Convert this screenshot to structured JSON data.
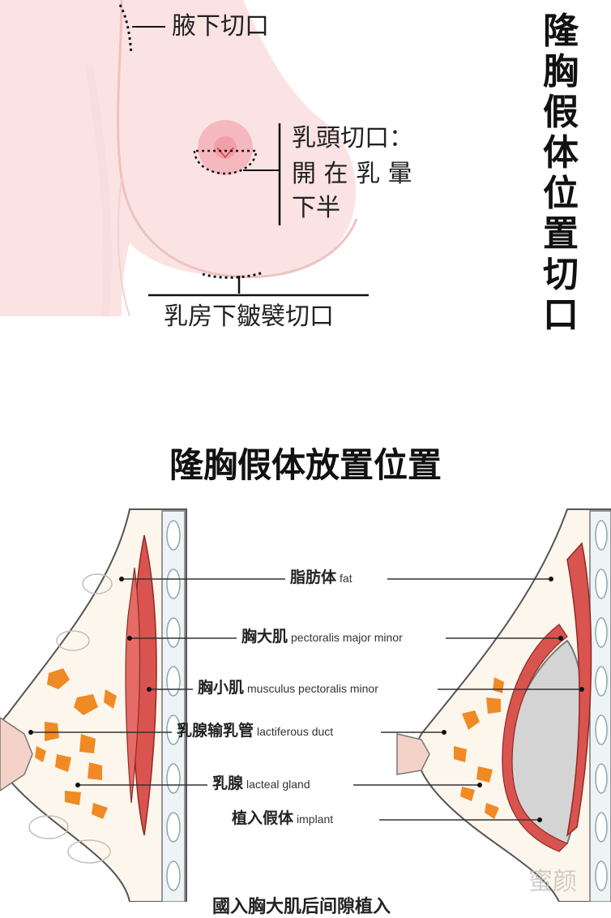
{
  "incision": {
    "side_title_chars": [
      "隆",
      "胸",
      "假",
      "体",
      "位",
      "置",
      "切",
      "口"
    ],
    "axillary": "腋下切口",
    "nipple_line1": "乳頭切口：",
    "nipple_line2": "開 在 乳 暈",
    "nipple_line3": "下半",
    "inframammary": "乳房下皺襞切口"
  },
  "placement": {
    "title": "隆胸假体放置位置",
    "labels": [
      {
        "zh": "脂肪体",
        "en": "fat"
      },
      {
        "zh": "胸大肌",
        "en": "pectoralis major minor"
      },
      {
        "zh": "胸小肌",
        "en": "musculus pectoralis minor"
      },
      {
        "zh": "乳腺输乳管",
        "en": "lactiferous duct"
      },
      {
        "zh": "乳腺",
        "en": "lacteal gland"
      },
      {
        "zh": "植入假体",
        "en": "implant"
      }
    ],
    "footer": "國入胸大肌后间隙植入"
  },
  "watermark": "蜜颜",
  "colors": {
    "skin": "#f9dede",
    "skin_edge": "#e8b8b8",
    "areola": "#f2a9b3",
    "muscle": "#d9534f",
    "gland": "#f08a24",
    "implant": "#d9d9d9",
    "rib": "#cfe3ea"
  }
}
